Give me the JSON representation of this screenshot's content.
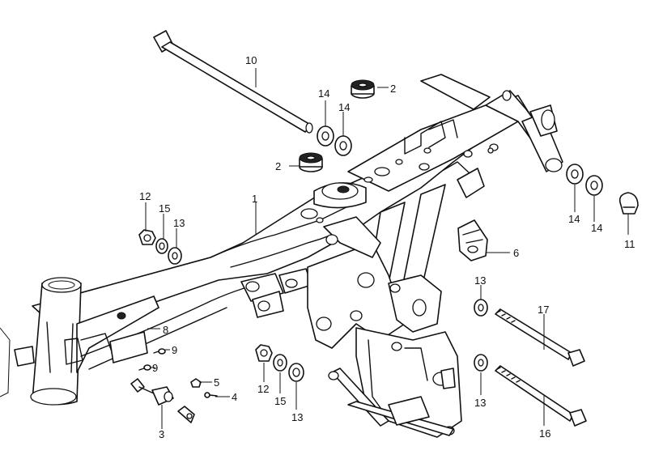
{
  "callouts": {
    "c1": "1",
    "c2a": "2",
    "c2b": "2",
    "c3": "3",
    "c4": "4",
    "c5": "5",
    "c6": "6",
    "c8": "8",
    "c9a": "9",
    "c9b": "9",
    "c10": "10",
    "c11": "11",
    "c12a": "12",
    "c12b": "12",
    "c13a": "13",
    "c13b": "13",
    "c13c": "13",
    "c13d": "13",
    "c14a": "14",
    "c14b": "14",
    "c14c": "14",
    "c14d": "14",
    "c15a": "15",
    "c15b": "15",
    "c16": "16",
    "c17": "17"
  },
  "colors": {
    "line": "#111111",
    "paper": "#ffffff"
  }
}
